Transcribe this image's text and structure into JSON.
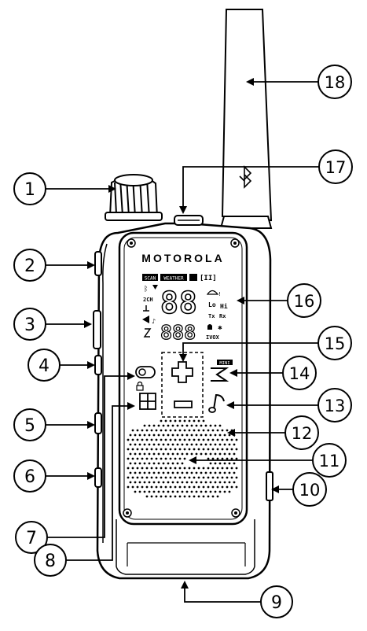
{
  "diagram": {
    "brand": "MOTOROLA",
    "lcd": {
      "top_badges": [
        "SCAN",
        "WEATHER"
      ],
      "battery": "[II]",
      "channel_digits": "88",
      "code_digits": "888",
      "left_indicators": [
        "2CH"
      ],
      "right_indicators": [
        "Lo",
        "Hi",
        "Tx",
        "Rx",
        "IVOX"
      ],
      "mini_label": "MINI"
    },
    "callouts": [
      "1",
      "2",
      "3",
      "4",
      "5",
      "6",
      "7",
      "8",
      "9",
      "10",
      "11",
      "12",
      "13",
      "14",
      "15",
      "16",
      "17",
      "18"
    ]
  }
}
